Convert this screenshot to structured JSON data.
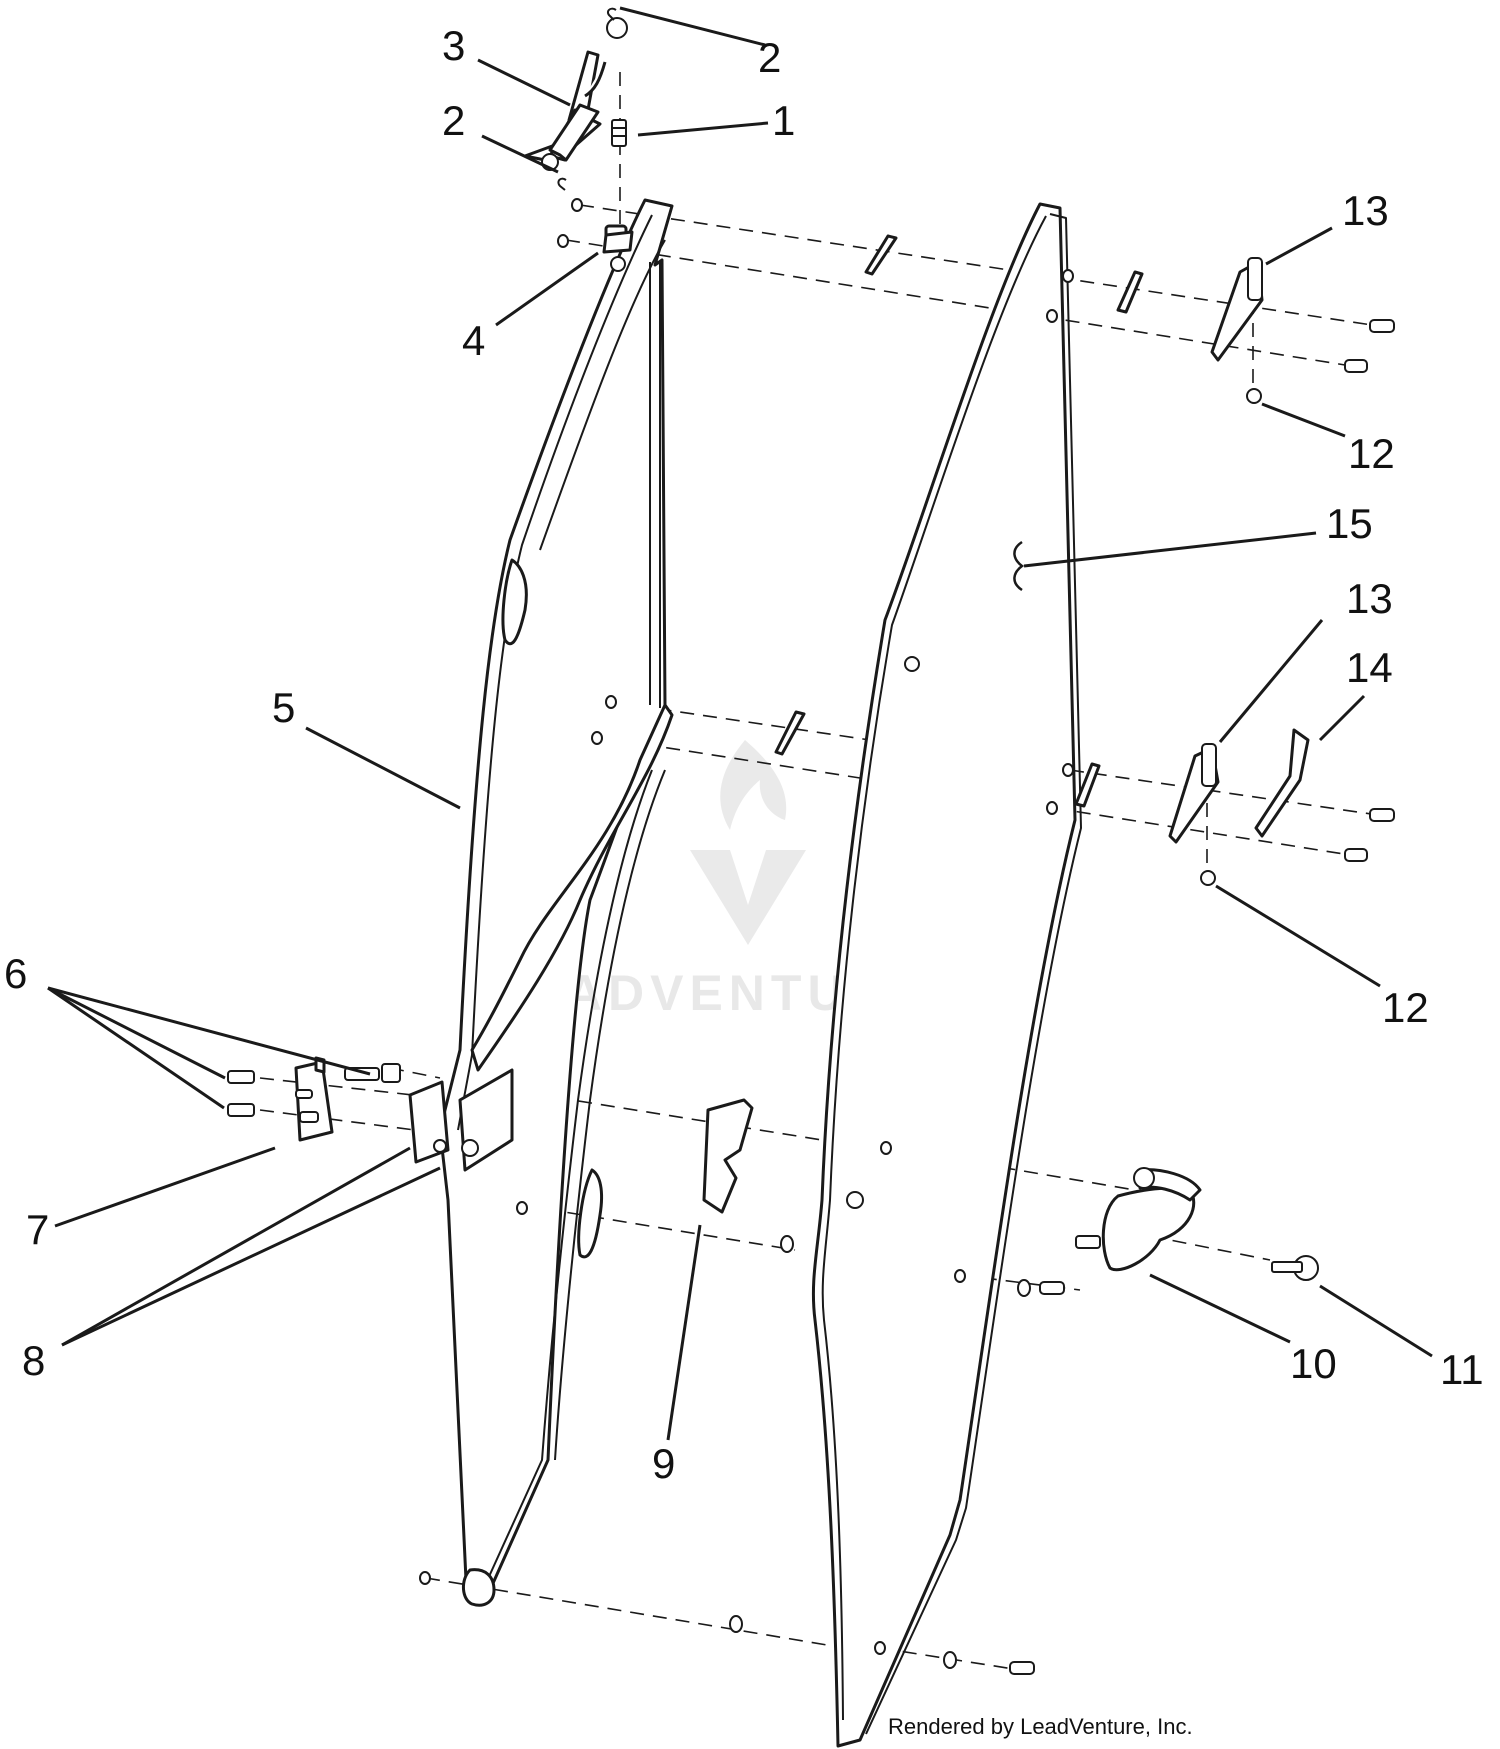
{
  "callouts": [
    {
      "id": "c1",
      "label": "1"
    },
    {
      "id": "c2a",
      "label": "2"
    },
    {
      "id": "c2b",
      "label": "2"
    },
    {
      "id": "c3",
      "label": "3"
    },
    {
      "id": "c4",
      "label": "4"
    },
    {
      "id": "c5",
      "label": "5"
    },
    {
      "id": "c6",
      "label": "6"
    },
    {
      "id": "c7",
      "label": "7"
    },
    {
      "id": "c8",
      "label": "8"
    },
    {
      "id": "c9",
      "label": "9"
    },
    {
      "id": "c10",
      "label": "10"
    },
    {
      "id": "c11",
      "label": "11"
    },
    {
      "id": "c12a",
      "label": "12"
    },
    {
      "id": "c12b",
      "label": "12"
    },
    {
      "id": "c13a",
      "label": "13"
    },
    {
      "id": "c13b",
      "label": "13"
    },
    {
      "id": "c14",
      "label": "14"
    },
    {
      "id": "c15",
      "label": "15"
    }
  ],
  "watermark": {
    "text": "LEADVENTURE"
  },
  "footer": {
    "credit": "Rendered by LeadVenture, Inc."
  }
}
